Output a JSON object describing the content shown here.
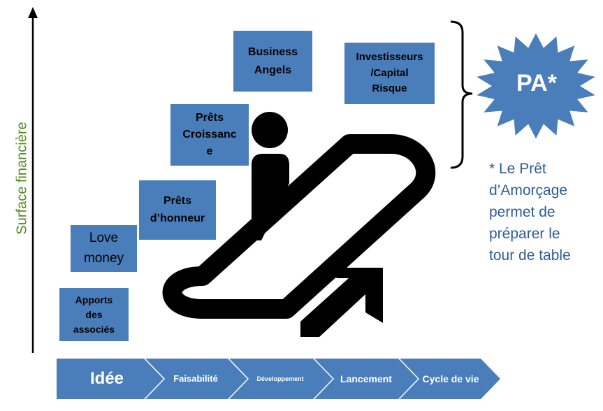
{
  "axis": {
    "y_label": "Surface financière"
  },
  "funding_sources": [
    {
      "lines": [
        "Apports",
        "des",
        "associés"
      ]
    },
    {
      "lines": [
        "Love",
        "money"
      ]
    },
    {
      "lines": [
        "Prêts",
        "d’honneur"
      ]
    },
    {
      "lines": [
        "Prêts",
        "Croissanc",
        "e"
      ]
    },
    {
      "lines": [
        "Business",
        "Angels"
      ]
    },
    {
      "lines": [
        "Investisseurs",
        "/Capital",
        "Risque"
      ]
    }
  ],
  "pa_badge": {
    "text": "PA*"
  },
  "footnote": {
    "lines": [
      "* Le Prêt",
      "d’Amorçage",
      "permet de",
      "préparer le",
      "tour de table"
    ]
  },
  "stages": [
    {
      "label": "Idée"
    },
    {
      "label": "Faisabilité"
    },
    {
      "label": "Développement"
    },
    {
      "label": "Lancement"
    },
    {
      "label": "Cycle de vie"
    }
  ],
  "colors": {
    "callout": "#4a7ebb",
    "stage": "#4a7ebb",
    "badge": "#4a7ebb",
    "footnote": "#2e5b98",
    "axis_label": "#548c1e"
  }
}
